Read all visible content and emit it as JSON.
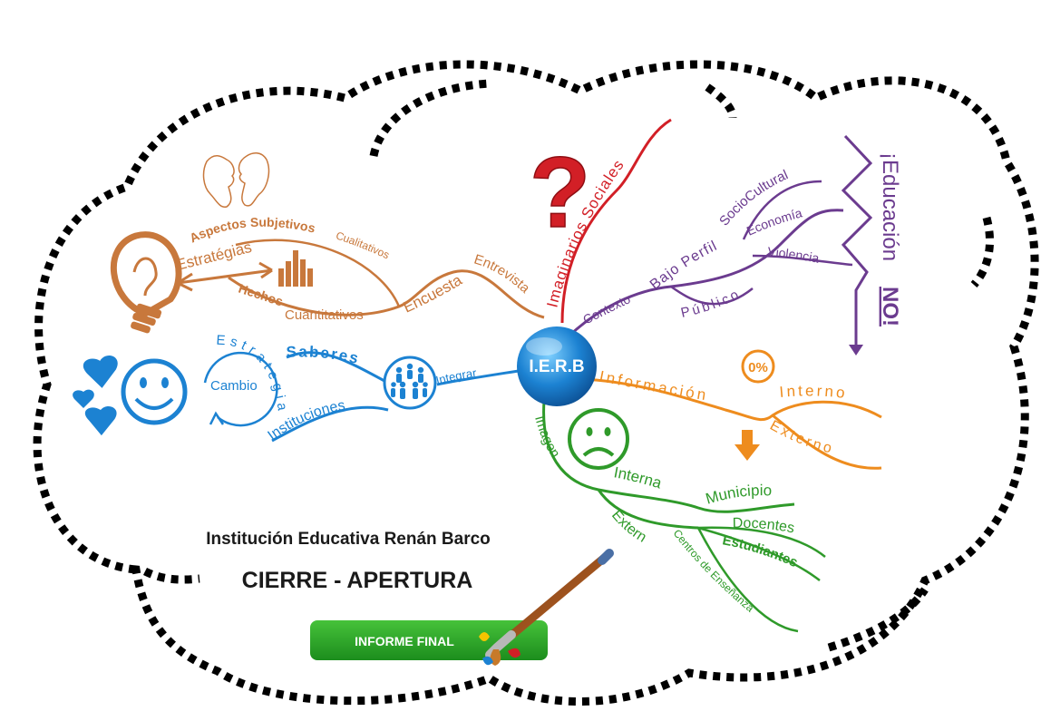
{
  "center": {
    "label": "I.E.R.B"
  },
  "institution": {
    "name": "Institución Educativa Renán Barco",
    "subtitle": "CIERRE - APERTURA"
  },
  "final_button": {
    "label": "INFORME FINAL"
  },
  "colors": {
    "orange_brown": "#c8783c",
    "blue": "#1c82d2",
    "red": "#d21f26",
    "purple": "#6b3b8f",
    "orange": "#ee8c1e",
    "green": "#2f9a2a",
    "button_green": "#2aa52a"
  },
  "branches": {
    "survey": {
      "labels": {
        "strategies": "Estratégias",
        "subjective": "Aspectos Subjetivos",
        "qualitative": "Cualitativos",
        "facts": "Hechos",
        "quantitative": "Cuantitativos",
        "survey": "Encuesta",
        "interview": "Entrevista"
      },
      "icons": [
        "lightbulb-icon",
        "bar-chart-icon",
        "faces-icon"
      ]
    },
    "knowledge": {
      "labels": {
        "strategies": "Estrategias",
        "change": "Cambio",
        "knowledge": "Saberes",
        "institutions": "Instituciones",
        "integrate": "Integrar"
      },
      "icons": [
        "smiley-icon",
        "hearts-icon",
        "people-icon"
      ]
    },
    "imaginaries": {
      "labels": {
        "social": "Imaginarios Sociales"
      },
      "icons": [
        "question-mark-icon"
      ]
    },
    "context": {
      "labels": {
        "context": "Contexto",
        "low_profile": "Bajo Perfil",
        "public": "Público",
        "sociocultural": "SocioCultural",
        "economy": "Economía",
        "violence": "Violencia",
        "education": "¡Educación",
        "no": "NO!"
      },
      "icons": [
        "down-arrow-icon"
      ]
    },
    "information": {
      "labels": {
        "information": "Información",
        "internal": "Interno",
        "external": "Externo",
        "zero": "0%"
      },
      "icons": [
        "zero-percent-icon",
        "down-arrow-icon"
      ]
    },
    "image": {
      "labels": {
        "image": "Imagen",
        "internal": "Interna",
        "external": "Externa",
        "municipality": "Municipio",
        "teachers": "Docentes",
        "students": "Estudiantes",
        "centers": "Centros de Enseñanza"
      },
      "icons": [
        "sad-face-icon",
        "paintbrush-icon"
      ]
    }
  }
}
